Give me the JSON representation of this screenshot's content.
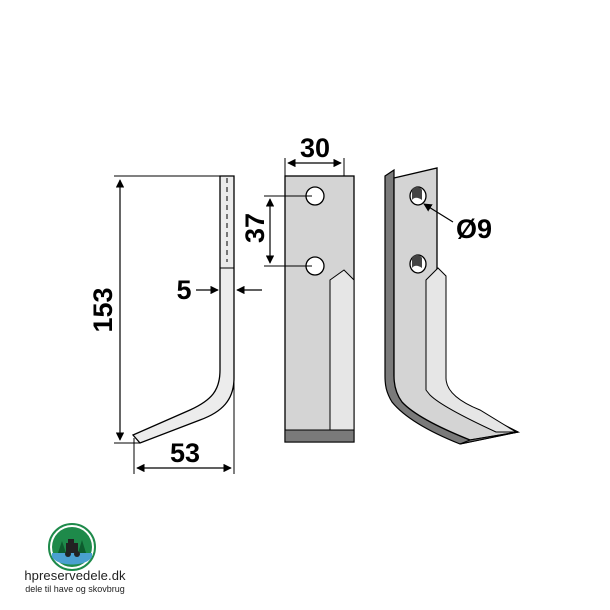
{
  "dimensions": {
    "height": "153",
    "thickness": "5",
    "offset": "53",
    "width": "30",
    "hole_spacing": "37",
    "hole_diameter": "Ø9"
  },
  "brand": {
    "name": "hpreservedele.dk",
    "tagline": "dele til have og skovbrug"
  },
  "colors": {
    "blade_fill": "#d4d4d4",
    "blade_dark": "#7a7a7a",
    "line": "#000000",
    "logo_green": "#1e8a4a"
  }
}
